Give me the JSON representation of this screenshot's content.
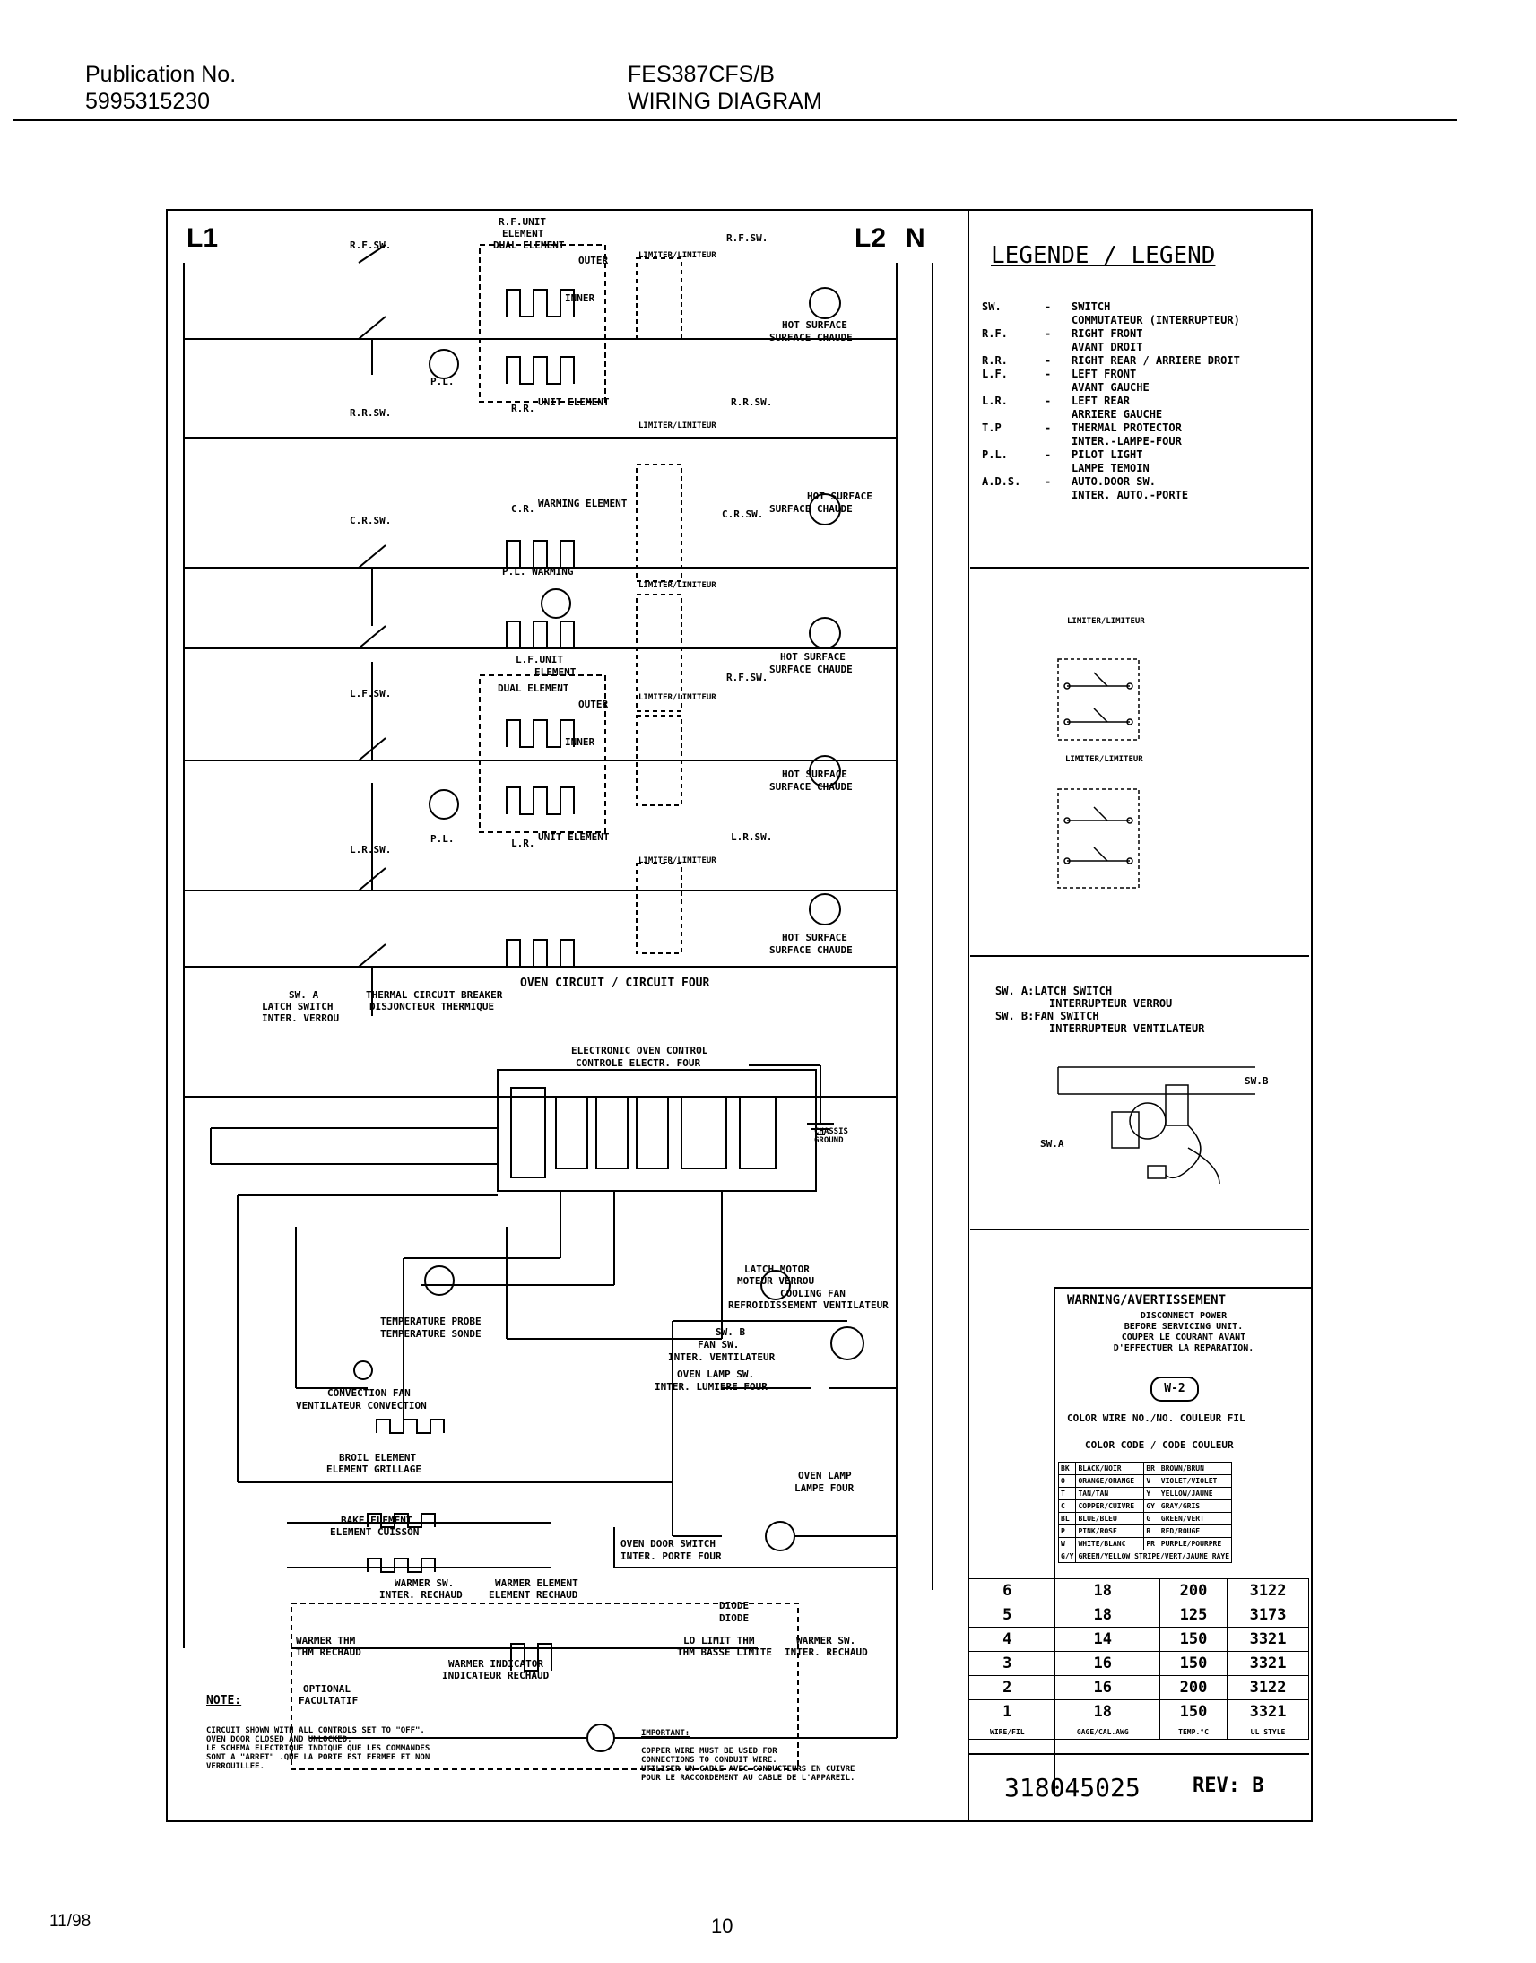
{
  "header": {
    "publication_label": "Publication No.",
    "publication_number": "5995315230",
    "model": "FES387CFS/B",
    "title": "WIRING DIAGRAM"
  },
  "footer": {
    "date": "11/98",
    "page": "10"
  },
  "diagram": {
    "l1": "L1",
    "l2": "L2",
    "n": "N",
    "rf_sw": "R.F.SW.",
    "rf_unit": "R.F.UNIT",
    "element": "ELEMENT",
    "dual_element": "DUAL ELEMENT",
    "outer": "OUTER",
    "inner": "INNER",
    "pl": "P.L.",
    "rr_sw": "R.R.SW.",
    "rr_unit": "R.R.",
    "unit_element": "UNIT ELEMENT",
    "cr_sw": "C.R.SW.",
    "cr": "C.R.",
    "warming_element": "WARMING ELEMENT",
    "pl_warming": "P.L. WARMING",
    "lf_sw": "L.F.SW.",
    "lf_unit": "L.F.UNIT",
    "lr_sw": "L.R.SW.",
    "lr_unit": "L.R.",
    "limiter": "LIMITER/LIMITEUR",
    "hot_surface": "HOT SURFACE",
    "surface_chaude": "SURFACE CHAUDE",
    "oven_circuit": "OVEN CIRCUIT / CIRCUIT FOUR",
    "sw_a": "SW. A",
    "latch_switch": "LATCH SWITCH",
    "inter_verrou": "INTER. VERROU",
    "thermal_breaker": "THERMAL CIRCUIT BREAKER",
    "disjoncteur": "DISJONCTEUR THERMIQUE",
    "eoc": "ELECTRONIC OVEN CONTROL",
    "eoc_fr": "CONTROLE ELECTR. FOUR",
    "latch_motor": "LATCH MOTOR",
    "moteur_verrou": "MOTEUR VERROU",
    "cooling_fan": "COOLING FAN",
    "cooling_fan_fr": "REFROIDISSEMENT VENTILATEUR",
    "sw_b": "SW. B",
    "fan_sw": "FAN SW.",
    "inter_ventilateur": "INTER. VENTILATEUR",
    "oven_lamp_sw": "OVEN LAMP SW.",
    "inter_lumiere": "INTER. LUMIERE FOUR",
    "temp_probe": "TEMPERATURE PROBE",
    "temp_sonde": "TEMPERATURE SONDE",
    "convection_fan": "CONVECTION FAN",
    "convection_fan_fr": "VENTILATEUR CONVECTION",
    "broil_element": "BROIL ELEMENT",
    "broil_fr": "ELEMENT GRILLAGE",
    "bake_element": "BAKE ELEMENT",
    "bake_fr": "ELEMENT CUISSON",
    "oven_lamp": "OVEN LAMP",
    "lampe_four": "LAMPE FOUR",
    "oven_door_switch": "OVEN DOOR SWITCH",
    "inter_porte": "INTER. PORTE FOUR",
    "warmer_sw": "WARMER SW.",
    "warmer_sw_fr": "INTER. RECHAUD",
    "warmer_element": "WARMER ELEMENT",
    "warmer_element_fr": "ELEMENT RECHAUD",
    "diode": "DIODE",
    "warmer_thm": "WARMER THM",
    "thm_rechaud": "THM RECHAUD",
    "warmer_indicator": "WARMER INDICATOR",
    "indicateur_rechaud": "INDICATEUR RECHAUD",
    "lo_limit": "LO LIMIT THM",
    "thm_basse": "THM BASSE LIMITE",
    "optional": "OPTIONAL",
    "facultatif": "FACULTATIF",
    "chassis_ground": "CHASSIS GROUND"
  },
  "note": {
    "title": "NOTE:",
    "lines": [
      "CIRCUIT SHOWN WITH ALL CONTROLS SET TO \"OFF\".",
      "OVEN DOOR CLOSED AND UNLOCKED.",
      "LE SCHEMA ELECTRIQUE INDIQUE QUE LES COMMANDES",
      "SONT A \"ARRET\" .QUE LA PORTE EST FERMEE ET NON",
      "VERROUILLEE."
    ]
  },
  "important": {
    "title": "IMPORTANT:",
    "lines": [
      "COPPER WIRE MUST BE USED FOR",
      "CONNECTIONS TO CONDUIT WIRE.",
      "UTILISER UN CABLE AVEC CONDUCTEURS EN CUIVRE",
      "POUR LE RACCORDEMENT AU CABLE DE L'APPAREIL."
    ]
  },
  "legend": {
    "title": "LEGENDE / LEGEND",
    "entries": [
      {
        "k": "SW.",
        "d": [
          "SWITCH",
          "COMMUTATEUR (INTERRUPTEUR)"
        ]
      },
      {
        "k": "R.F.",
        "d": [
          "RIGHT FRONT",
          "AVANT DROIT"
        ]
      },
      {
        "k": "R.R.",
        "d": [
          "RIGHT REAR / ARRIERE DROIT"
        ]
      },
      {
        "k": "L.F.",
        "d": [
          "LEFT FRONT",
          "AVANT GAUCHE"
        ]
      },
      {
        "k": "L.R.",
        "d": [
          "LEFT REAR",
          "ARRIERE GAUCHE"
        ]
      },
      {
        "k": "T.P",
        "d": [
          "THERMAL PROTECTOR",
          "INTER.-LAMPE-FOUR"
        ]
      },
      {
        "k": "P.L.",
        "d": [
          "PILOT LIGHT",
          "LAMPE TEMOIN"
        ]
      },
      {
        "k": "A.D.S.",
        "d": [
          "AUTO.DOOR SW.",
          "INTER. AUTO.-PORTE"
        ]
      }
    ],
    "limiter_a": "LIMITER/LIMITEUR",
    "limiter_b": "LIMITER/LIMITEUR",
    "sw_a_line": "SW. A:LATCH SWITCH",
    "sw_a_fr": "INTERRUPTEUR VERROU",
    "sw_b_line": "SW. B:FAN SWITCH",
    "sw_b_fr": "INTERRUPTEUR VENTILATEUR",
    "sw_b_tag": "SW.B",
    "sw_a_tag": "SW.A"
  },
  "warning": {
    "title": "WARNING/AVERTISSEMENT",
    "lines": [
      "DISCONNECT POWER",
      "BEFORE SERVICING UNIT.",
      "COUPER LE COURANT AVANT",
      "D'EFFECTUER LA REPARATION."
    ],
    "wire_tag": "W-2",
    "wire_label": "COLOR WIRE NO./NO. COULEUR FIL",
    "color_code_title": "COLOR CODE / CODE COULEUR",
    "color_codes": [
      [
        "BK",
        "BLACK/NOIR",
        "BR",
        "BROWN/BRUN"
      ],
      [
        "O",
        "ORANGE/ORANGE",
        "V",
        "VIOLET/VIOLET"
      ],
      [
        "T",
        "TAN/TAN",
        "Y",
        "YELLOW/JAUNE"
      ],
      [
        "C",
        "COPPER/CUIVRE",
        "GY",
        "GRAY/GRIS"
      ],
      [
        "BL",
        "BLUE/BLEU",
        "G",
        "GREEN/VERT"
      ],
      [
        "P",
        "PINK/ROSE",
        "R",
        "RED/ROUGE"
      ],
      [
        "W",
        "WHITE/BLANC",
        "PR",
        "PURPLE/POURPRE"
      ],
      [
        "G/Y",
        "GREEN/YELLOW STRIPE/VERT/JAUNE RAYE",
        "",
        ""
      ]
    ]
  },
  "wire_table": {
    "rows": [
      [
        "6",
        "18",
        "200",
        "3122"
      ],
      [
        "5",
        "18",
        "125",
        "3173"
      ],
      [
        "4",
        "14",
        "150",
        "3321"
      ],
      [
        "3",
        "16",
        "150",
        "3321"
      ],
      [
        "2",
        "16",
        "200",
        "3122"
      ],
      [
        "1",
        "18",
        "150",
        "3321"
      ]
    ],
    "headers": [
      "WIRE/FIL",
      "GAGE/CAL.AWG",
      "TEMP.°C",
      "UL STYLE"
    ]
  },
  "part": {
    "number": "318045025",
    "rev": "REV: B"
  }
}
